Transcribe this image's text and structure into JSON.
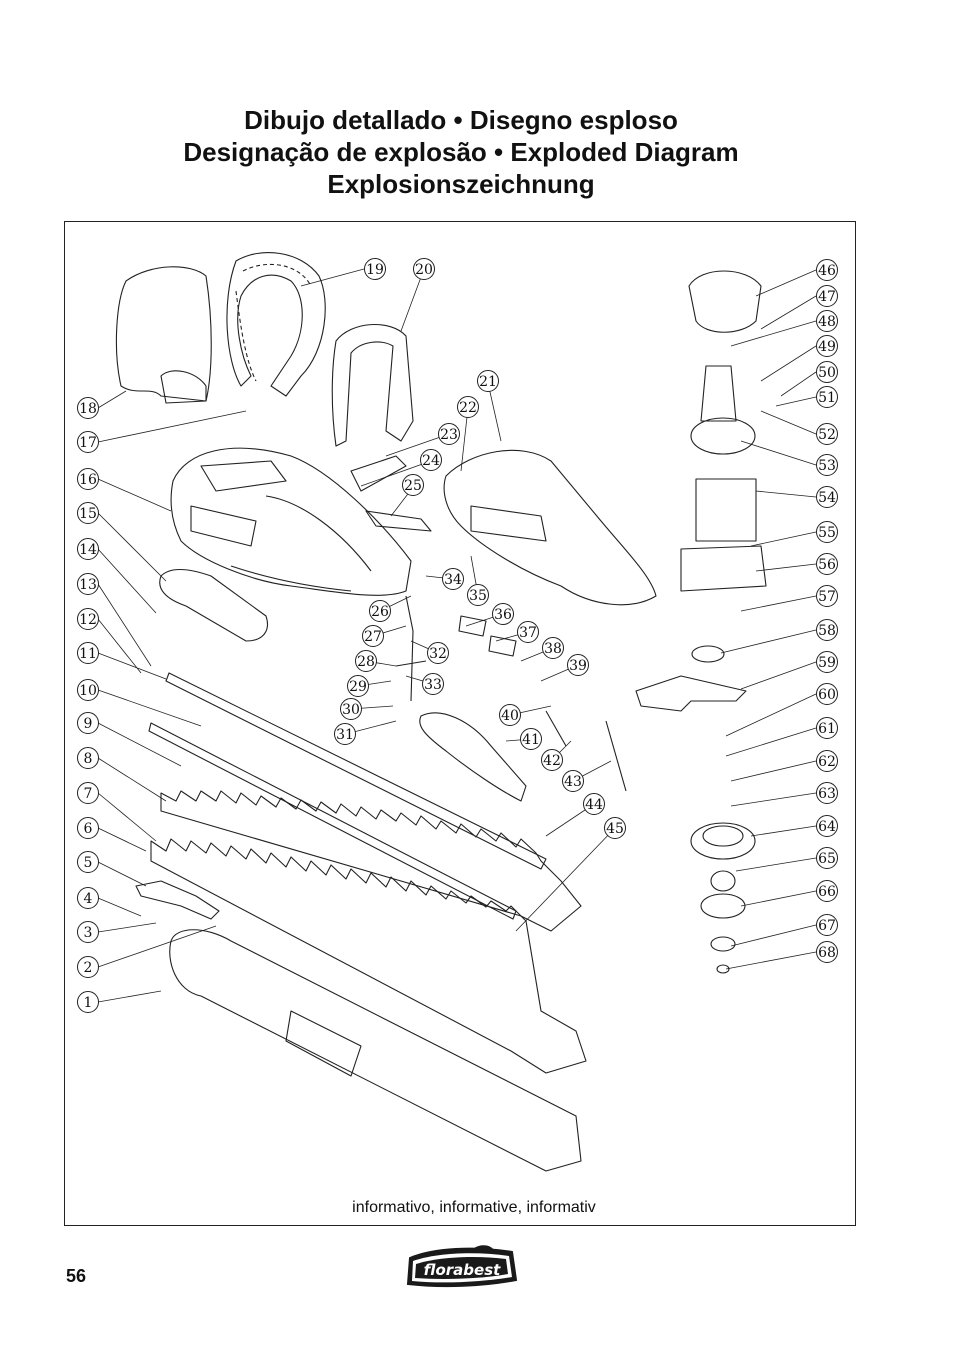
{
  "heading": {
    "line1": "Dibujo detallado • Disegno esploso",
    "line2": "Designação de explosão • Exploded Diagram",
    "line3": "Explosionszeichnung"
  },
  "diagram": {
    "part_numbers": [
      "1",
      "2",
      "3",
      "4",
      "5",
      "6",
      "7",
      "8",
      "9",
      "10",
      "11",
      "12",
      "13",
      "14",
      "15",
      "16",
      "17",
      "18",
      "19",
      "20",
      "21",
      "22",
      "23",
      "24",
      "25",
      "26",
      "27",
      "28",
      "29",
      "30",
      "31",
      "32",
      "33",
      "34",
      "35",
      "36",
      "37",
      "38",
      "39",
      "40",
      "41",
      "42",
      "43",
      "44",
      "45",
      "46",
      "47",
      "48",
      "49",
      "50",
      "51",
      "52",
      "53",
      "54",
      "55",
      "56",
      "57",
      "58",
      "59",
      "60",
      "61",
      "62",
      "63",
      "64",
      "65",
      "66",
      "67",
      "68"
    ]
  },
  "caption": "informativo, informative, informativ",
  "footer": {
    "page_number": "56",
    "logo_text": "florabest"
  }
}
